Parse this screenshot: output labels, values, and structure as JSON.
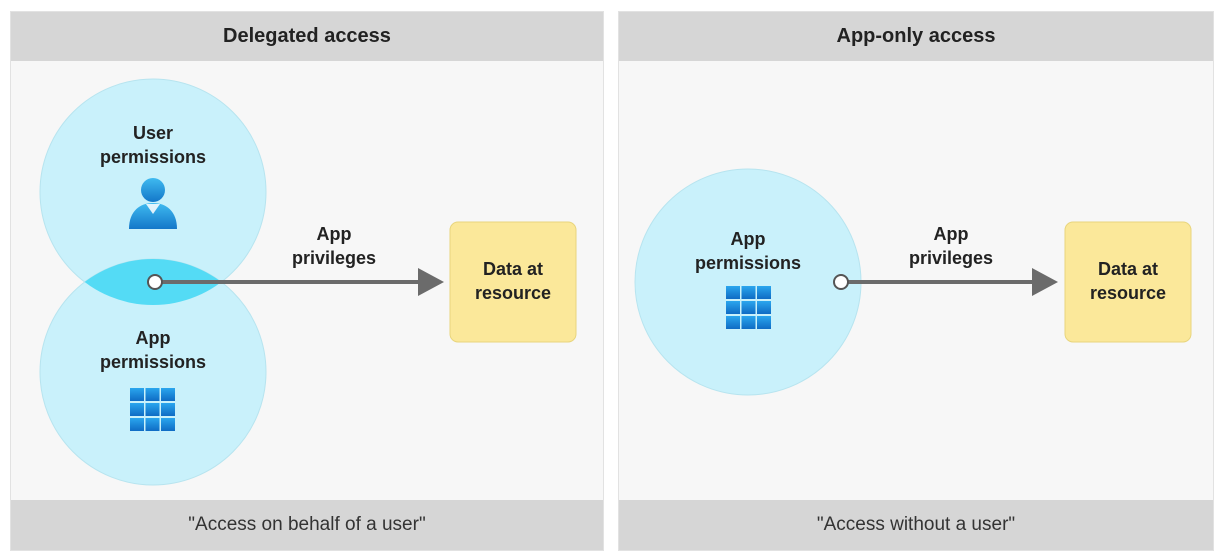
{
  "panels": [
    {
      "title": "Delegated access",
      "footer": "\"Access on behalf of a user\"",
      "user_circle": {
        "line1": "User",
        "line2": "permissions",
        "icon": "user-icon"
      },
      "app_circle": {
        "line1": "App",
        "line2": "permissions",
        "icon": "app-grid-icon"
      },
      "arrow": {
        "line1": "App",
        "line2": "privileges"
      },
      "resource": {
        "line1": "Data at",
        "line2": "resource"
      }
    },
    {
      "title": "App-only access",
      "footer": "\"Access without a user\"",
      "app_circle": {
        "line1": "App",
        "line2": "permissions",
        "icon": "app-grid-icon"
      },
      "arrow": {
        "line1": "App",
        "line2": "privileges"
      },
      "resource": {
        "line1": "Data at",
        "line2": "resource"
      }
    }
  ],
  "colors": {
    "circle_fill": "#c9f1fb",
    "circle_overlap": "#54dbf5",
    "arrow": "#6b6b6b",
    "resource_fill": "#fbe89a",
    "icon_blue": "#1a86d6",
    "header_bg": "#d6d6d6"
  }
}
